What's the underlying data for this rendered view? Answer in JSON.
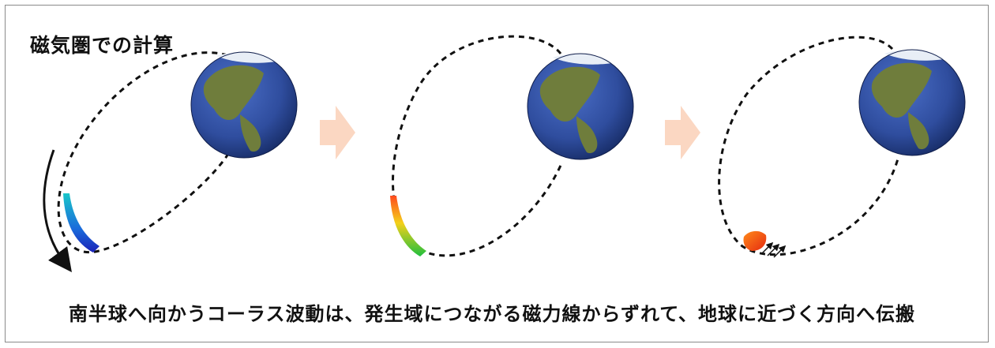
{
  "title": "磁気圏での計算",
  "caption": "南半球へ向かうコーラス波動は、発生域につながる磁力線からずれて、地球に近づく方向へ伝搬",
  "colors": {
    "frame": "#8a8a8a",
    "ocean": "#2f4d9e",
    "land": "#6f7d3c",
    "ice": "#e8eef6",
    "step_arrow": "#fbd7c2",
    "field_line": "#111111"
  },
  "panels": [
    {
      "stage": 1,
      "wave_gradient": [
        "#19c6c9",
        "#1a6bdb",
        "#1b22b8"
      ]
    },
    {
      "stage": 2,
      "wave_gradient": [
        "#ff4a1e",
        "#f4d01a",
        "#1fbf3e"
      ]
    },
    {
      "stage": 3,
      "wave_gradient": [
        "#ff8a1a",
        "#ff4a1e",
        "#e52a10"
      ]
    }
  ],
  "icons": [
    "motion-arrow-icon",
    "step-arrow-icon",
    "earth-globe-icon",
    "propagation-arrow-icon"
  ]
}
